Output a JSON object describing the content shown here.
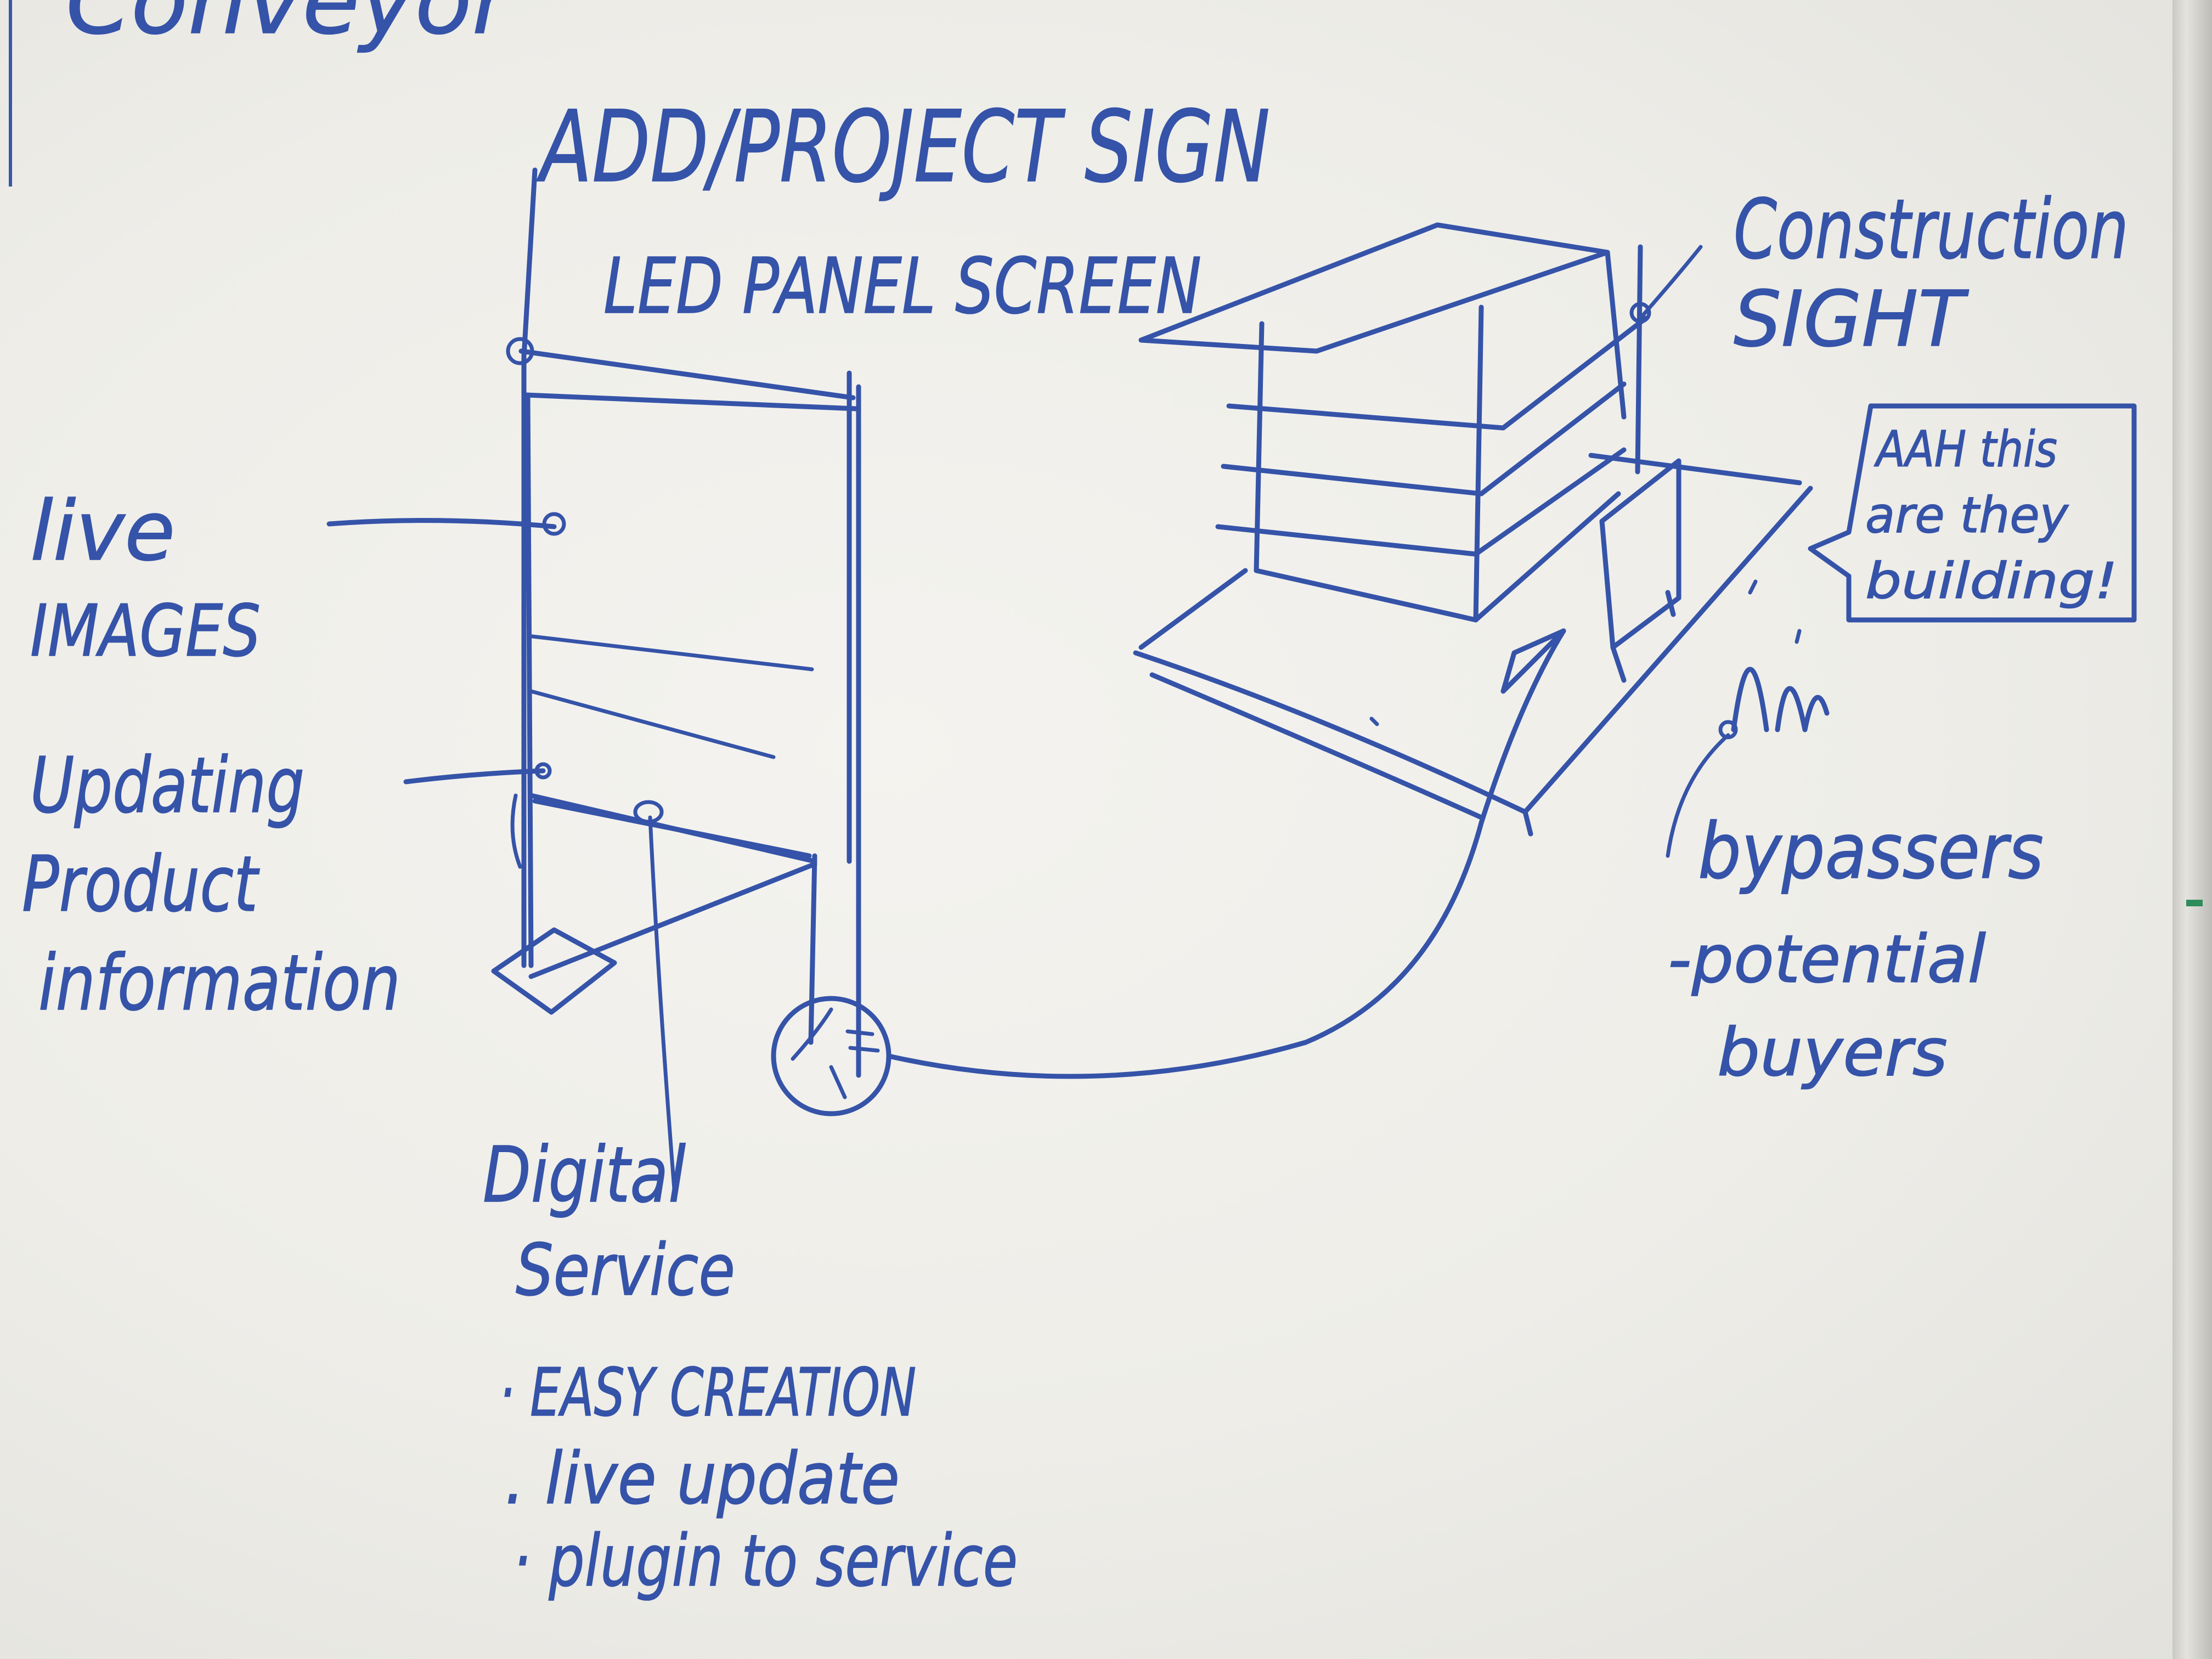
{
  "colors": {
    "ink": "#3553a8",
    "board": "#f1f0ec"
  },
  "top_cut_text": "Conveyor",
  "sign": {
    "title": "ADD/PROJECT SIGN",
    "subtitle": "LED PANEL SCREEN"
  },
  "left_labels": {
    "live_1": "live",
    "live_2": "IMAGES",
    "upd_1": "Updating",
    "upd_2": "Product",
    "upd_3": "information"
  },
  "digital_service": {
    "title_1": "Digital",
    "title_2": "Service",
    "bullets": [
      "· EASY CREATION",
      ". live update",
      "· plugin to service"
    ]
  },
  "construction": {
    "line_1": "Construction",
    "line_2": "SIGHT"
  },
  "speech_bubble": {
    "line_1": "AAH this",
    "line_2": "are they",
    "line_3": "building!"
  },
  "bypassers": {
    "line_1": "bypassers",
    "line_2": "-potential",
    "line_3": "buyers"
  }
}
